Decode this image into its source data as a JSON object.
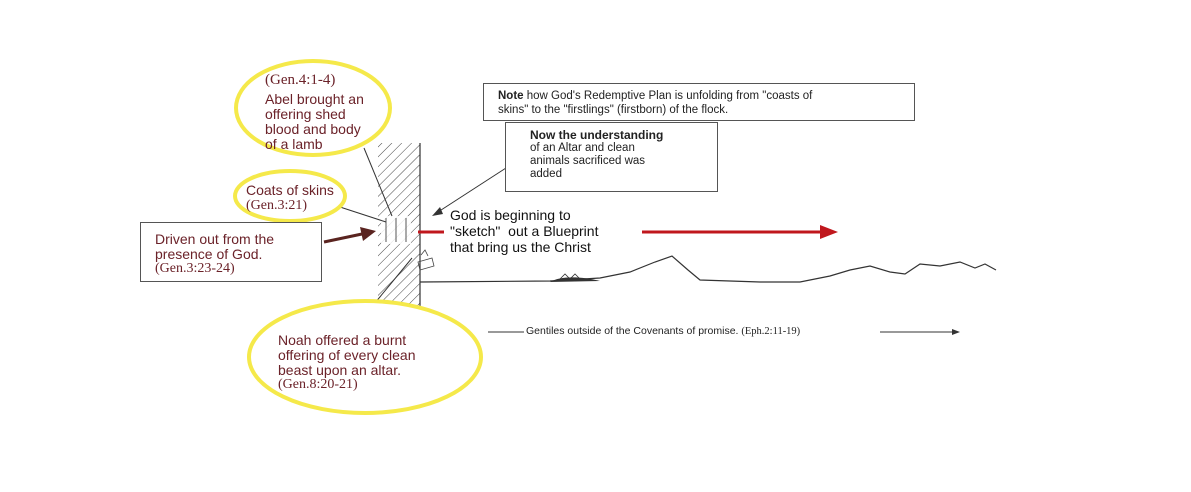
{
  "colors": {
    "ellipse_border": "#f5e94a",
    "maroon_text": "#6b2229",
    "red_arrow": "#c0171d",
    "dark_arrow": "#5a2420",
    "ink": "#222222"
  },
  "bubbles": {
    "abel": {
      "ref": "(Gen.4:1-4)",
      "lines": [
        "Abel brought an",
        "offering shed",
        "blood and body",
        "of a lamb"
      ]
    },
    "coats": {
      "title": "Coats of skins",
      "ref": "(Gen.3:21)"
    },
    "noah": {
      "lines": [
        "Noah offered a burnt",
        "offering of every clean",
        "beast upon an altar."
      ],
      "ref": "(Gen.8:20-21)"
    }
  },
  "driven_box": {
    "lines": [
      "Driven out from the",
      "presence of God."
    ],
    "ref": "(Gen.3:23-24)"
  },
  "note_box": {
    "bold": "Note",
    "rest_line1": " how God's Redemptive Plan is unfolding from \"coasts of",
    "line2": "skins\" to the \"firstlings\" (firstborn) of the flock."
  },
  "understanding_box": {
    "bold": "Now the understanding",
    "lines": [
      "of an Altar and clean",
      "animals sacrificed was",
      "added"
    ]
  },
  "blueprint": {
    "lines": [
      "God is beginning to",
      "\"sketch\"  out a Blueprint",
      "that bring us the Christ"
    ]
  },
  "gentiles": {
    "text": "Gentiles outside of the Covenants of promise.",
    "ref": "(Eph.2:11-19)"
  }
}
